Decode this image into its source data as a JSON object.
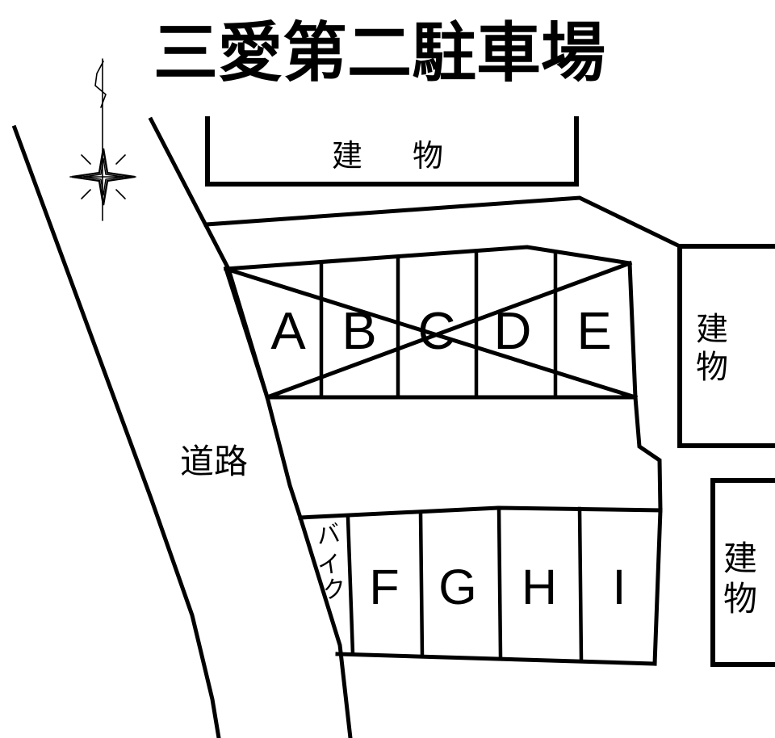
{
  "title": "三愛第二駐車場",
  "road": {
    "label": "道路"
  },
  "bike_area": {
    "chars": [
      "バ",
      "イ",
      "ク"
    ]
  },
  "buildings": {
    "top": {
      "label": "建　物"
    },
    "right_upper": {
      "chars": [
        "建",
        "物"
      ]
    },
    "right_lower": {
      "chars": [
        "建",
        "物"
      ]
    }
  },
  "parking": {
    "row_ae": [
      "A",
      "B",
      "C",
      "D",
      "E"
    ],
    "row_ae_crossed_out": true,
    "row_fi": [
      "F",
      "G",
      "H",
      "I"
    ]
  },
  "compass": {
    "icon": "north-compass"
  },
  "colors": {
    "line": "#000000",
    "background": "#ffffff"
  }
}
